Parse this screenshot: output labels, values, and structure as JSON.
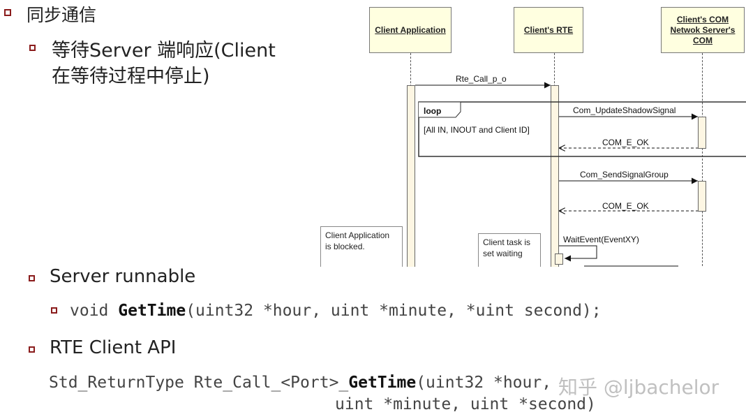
{
  "sync": {
    "heading": "同步通信",
    "sub_line1": "等待Server 端响应(Client",
    "sub_line2": "在等待过程中停止)"
  },
  "diagram": {
    "lifelines": [
      {
        "label": "Client Application"
      },
      {
        "label": "Client's RTE"
      },
      {
        "label": "Client's COM Netwok Server's COM"
      }
    ],
    "messages": {
      "rte_call": "Rte_Call_p_o",
      "update_shadow": "Com_UpdateShadowSignal",
      "ok1": "COM_E_OK",
      "send_group": "Com_SendSignalGroup",
      "ok2": "COM_E_OK",
      "wait_event": "WaitEvent(EventXY)"
    },
    "loop": {
      "tag": "loop",
      "guard": "[All IN, INOUT and Client ID]"
    },
    "notes": {
      "client_blocked": "Client Application is blocked.",
      "task_waiting": "Client task is set waiting"
    }
  },
  "server": {
    "heading": "Server runnable",
    "code_prefix": "void ",
    "code_fn": "GetTime",
    "code_args": "(uint32 *hour, uint *minute, *uint second);"
  },
  "api": {
    "heading": "RTE Client API",
    "line1_prefix": "Std_ReturnType Rte_Call_<Port>_",
    "line1_fn": "GetTime",
    "line1_args": "(uint32 *hour,",
    "line2": "uint *minute, uint *second)"
  },
  "watermark": "知乎 @ljbachelor",
  "colors": {
    "bullet": "#8a1c1c",
    "note_bg": "#ffffe0"
  }
}
